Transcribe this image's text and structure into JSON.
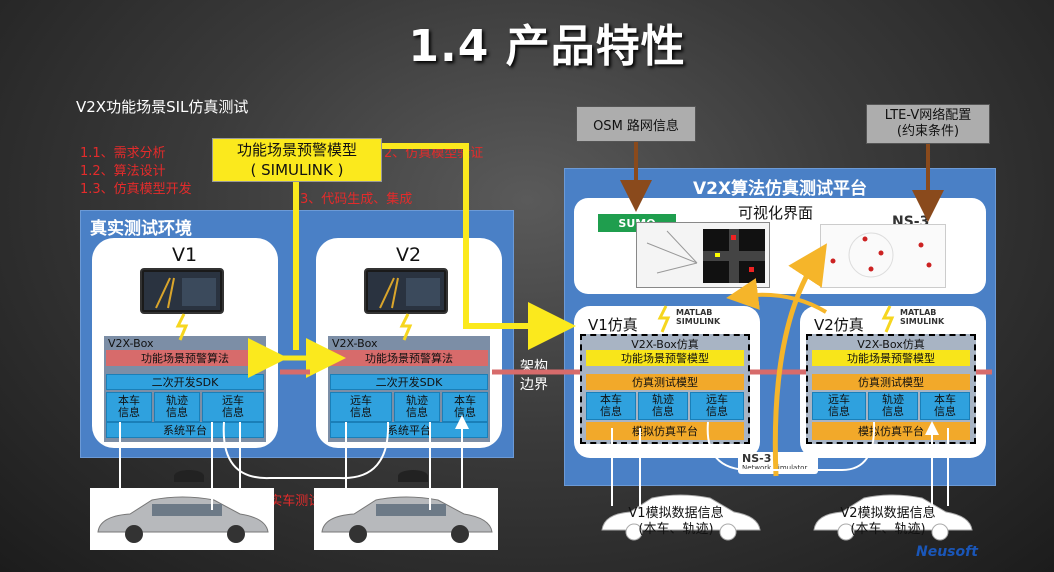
{
  "title": "1.4 产品特性",
  "subtitle": "V2X功能场景SIL仿真测试",
  "steps": {
    "s11": "1.1、需求分析",
    "s12": "1.2、算法设计",
    "s13": "1.3、仿真模型开发",
    "s2": "2、仿真模型验证",
    "s3": "3、代码生成、集成",
    "s4": "4、实车测试"
  },
  "callout": {
    "line1": "功能场景预警模型",
    "line2": "( SIMULINK )"
  },
  "real_env": {
    "title": "真实测试环境",
    "v1": {
      "label": "V1",
      "box": "V2X-Box",
      "algo": "功能场景预警算法",
      "sdk": "二次开发SDK",
      "cells": [
        "本车\n信息",
        "轨迹\n信息",
        "远车\n信息"
      ],
      "platform": "系统平台"
    },
    "v2": {
      "label": "V2",
      "box": "V2X-Box",
      "algo": "功能场景预警算法",
      "sdk": "二次开发SDK",
      "cells": [
        "远车\n信息",
        "轨迹\n信息",
        "本车\n信息"
      ],
      "platform": "系统平台"
    }
  },
  "boundary": "架构\n边界",
  "inputs": {
    "osm": "OSM 路网信息",
    "lte": "LTE-V网络配置\n(约束条件)"
  },
  "platform": {
    "title": "V2X算法仿真测试平台",
    "vis_label": "可视化界面",
    "sumo": "SUMO",
    "ns3": "NS-3",
    "ns3_sub": "Network Simulator",
    "matlab": "MATLAB\nSIMULINK",
    "v1sim": {
      "label": "V1仿真",
      "box": "V2X-Box仿真",
      "model": "功能场景预警模型",
      "test_model": "仿真测试模型",
      "cells": [
        "本车\n信息",
        "轨迹\n信息",
        "远车\n信息"
      ],
      "platform": "模拟仿真平台"
    },
    "v2sim": {
      "label": "V2仿真",
      "box": "V2X-Box仿真",
      "model": "功能场景预警模型",
      "test_model": "仿真测试模型",
      "cells": [
        "远车\n信息",
        "轨迹\n信息",
        "本车\n信息"
      ],
      "platform": "模拟仿真平台"
    }
  },
  "cars": {
    "v1": "V1模拟数据信息\n(本车、轨迹)",
    "v2": "V2模拟数据信息\n(本车、轨迹)"
  },
  "logo": "Neusoft",
  "colors": {
    "panel": "#4a80c6",
    "yellow": "#fbe91d",
    "step_red": "#e32b2b"
  }
}
